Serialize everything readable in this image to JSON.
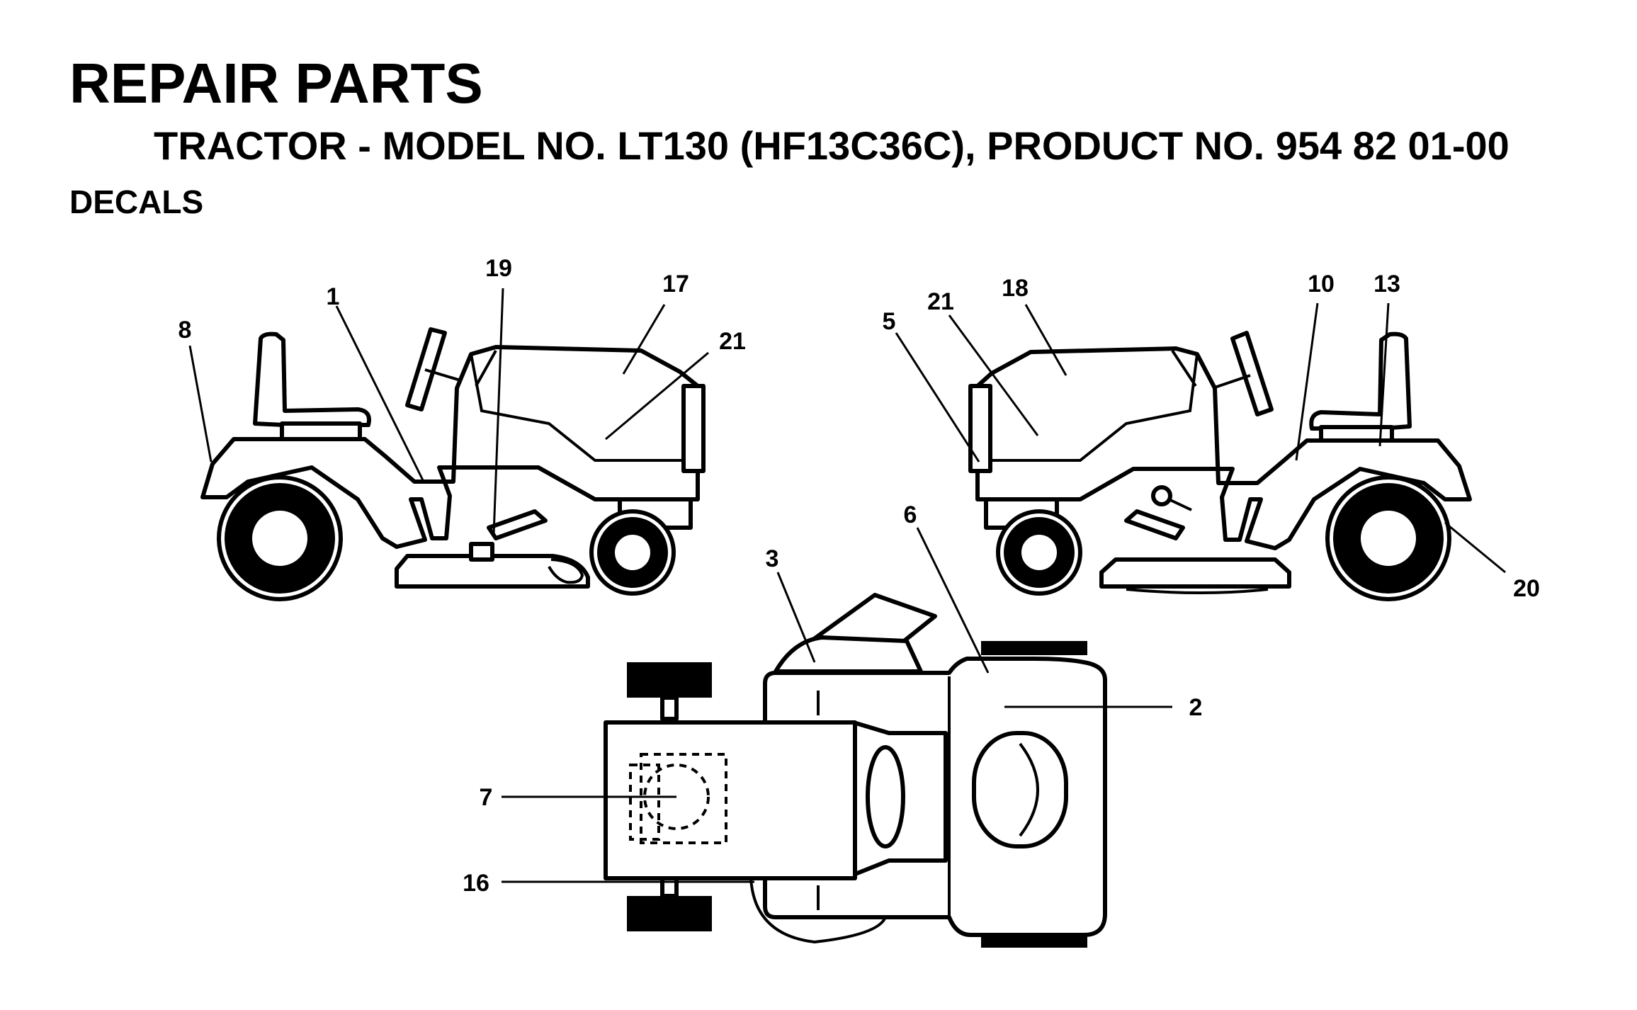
{
  "header": {
    "title": "REPAIR PARTS",
    "subtitle": "TRACTOR - MODEL NO. LT130 (HF13C36C), PRODUCT NO. 954 82 01-00",
    "section": "DECALS"
  },
  "callouts": {
    "left_view": [
      "8",
      "1",
      "19",
      "17",
      "21"
    ],
    "right_view": [
      "5",
      "21",
      "18",
      "10",
      "13",
      "20"
    ],
    "top_view": [
      "3",
      "6",
      "2",
      "7",
      "16"
    ]
  }
}
